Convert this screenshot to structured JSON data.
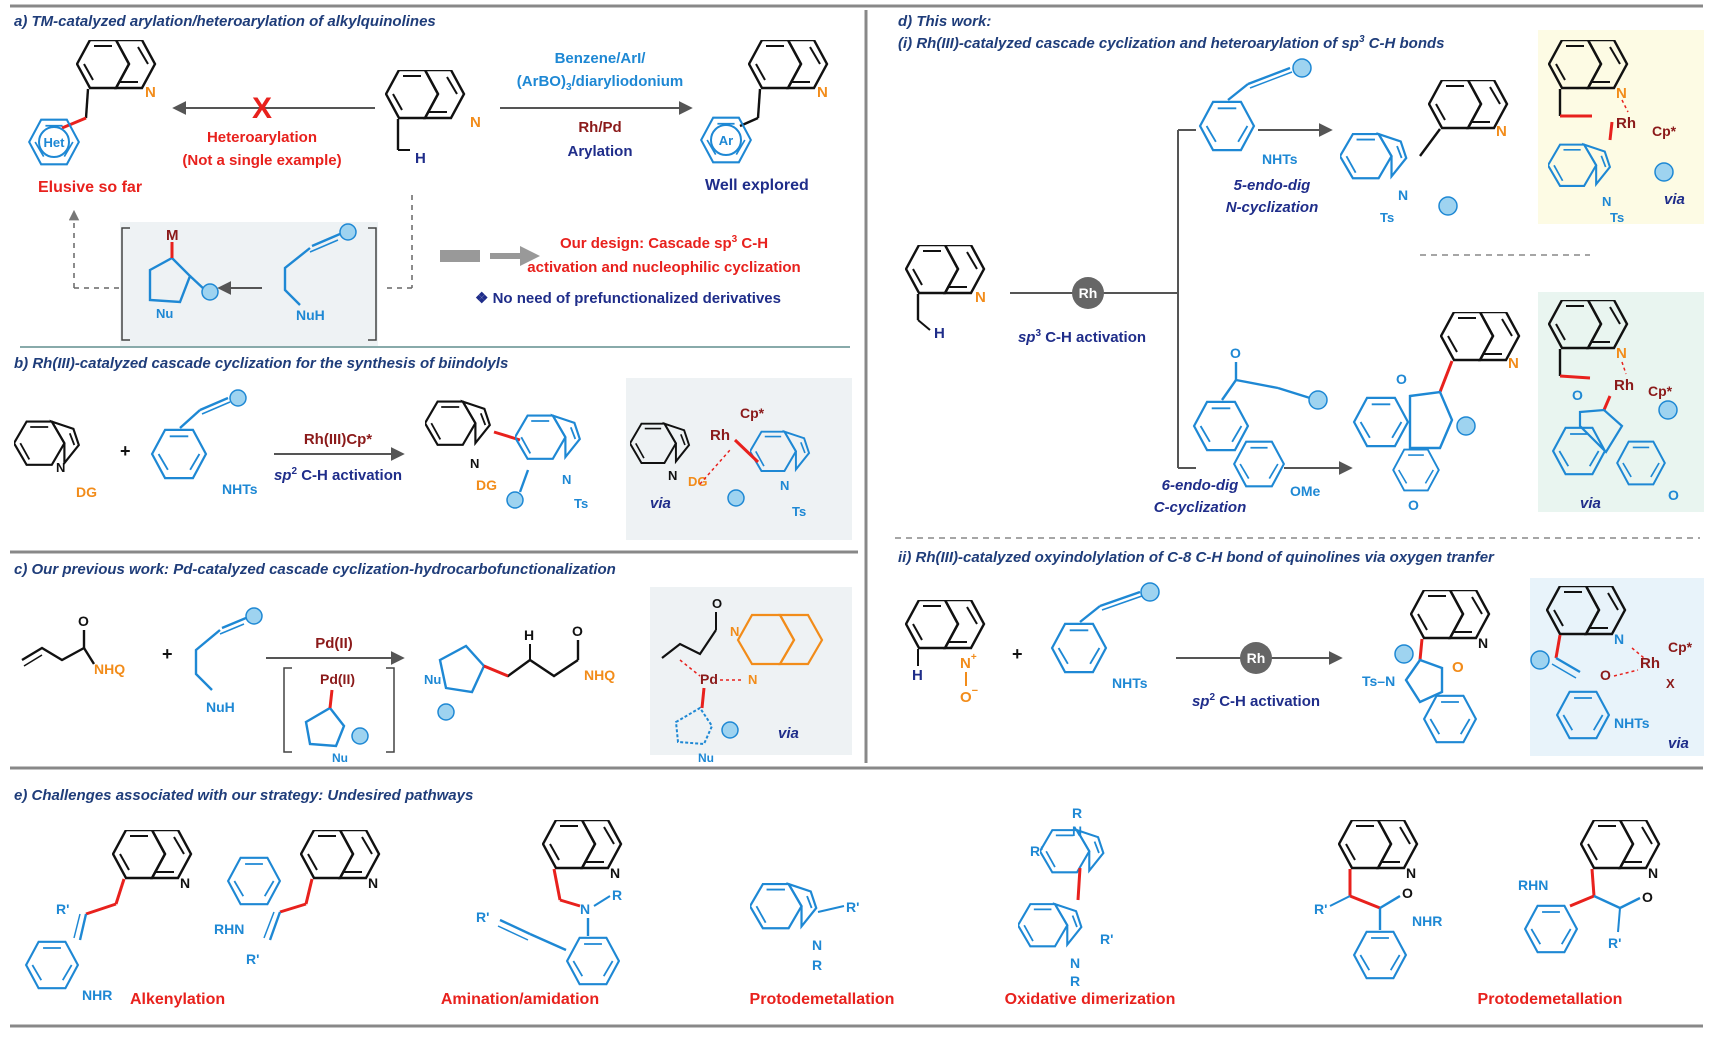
{
  "panels": {
    "a": {
      "title": "a) TM-catalyzed arylation/heteroarylation of alkylquinolines",
      "reagents_line1": "Benzene/ArI/",
      "reagents_line2": "(ArBO)",
      "reagents_line2_sub": "3",
      "reagents_line2_rest": "/diaryliodonium",
      "catalyst": "Rh/Pd",
      "arylation": "Arylation",
      "well_explored": "Well explored",
      "heteroarylation": "Heteroarylation",
      "not_single": "(Not a single example)",
      "elusive": "Elusive so far",
      "cross": "X",
      "het": "Het",
      "ar": "Ar",
      "h_label": "H",
      "n_label": "N",
      "design_line1_a": "Our design: Cascade sp",
      "design_line1_sup": "3",
      "design_line1_b": " C-H",
      "design_line2": "activation and nucleophilic cyclization",
      "no_need": "❖ No need of prefunctionalized derivatives",
      "m_label": "M",
      "nu_label": "Nu",
      "nuh_label": "NuH"
    },
    "b": {
      "title": "b) Rh(III)-catalyzed cascade cyclization for the synthesis of biindolyls",
      "plus": "+",
      "catalyst": "Rh(III)Cp*",
      "activation_a": "sp",
      "activation_sup": "2",
      "activation_b": " C-H activation",
      "nhts": "NHTs",
      "dg": "DG",
      "n": "N",
      "ts": "Ts",
      "rh": "Rh",
      "cp": "Cp*",
      "via": "via"
    },
    "c": {
      "title": "c) Our previous work: Pd-catalyzed cascade cyclization-hydrocarbofunctionalization",
      "nhq": "NHQ",
      "o": "O",
      "plus": "+",
      "nuh": "NuH",
      "catalyst": "Pd(II)",
      "pd_inner": "Pd(II)",
      "nu": "Nu",
      "h": "H",
      "n": "N",
      "pd": "Pd",
      "via": "via"
    },
    "d": {
      "title": "d) This work:",
      "sub_i": "(i) Rh(III)-catalyzed cascade cyclization and heteroarylation of sp",
      "sub_i_sup": "3",
      "sub_i_end": " C-H bonds",
      "rh": "Rh",
      "sp3_a": "sp",
      "sp3_sup": "3",
      "sp3_b": " C-H activation",
      "nhts": "NHTs",
      "endo5_a": "5-endo-dig",
      "endo5_b": "N-cyclization",
      "endo6_a": "6-endo-dig",
      "endo6_b": "C-cyclization",
      "ome": "OMe",
      "ts": "Ts",
      "n": "N",
      "o": "O",
      "h": "H",
      "cp": "Cp*",
      "via": "via",
      "sub_ii": "ii) Rh(III)-catalyzed oxyindolylation of C-8 C-H bond of quinolines via oxygen tranfer",
      "sp2_a": "sp",
      "sp2_sup": "2",
      "sp2_b": " C-H activation",
      "plus": "+",
      "nplus": "N",
      "plus_sign": "+",
      "ominus": "O",
      "minus": "−",
      "x": "X",
      "ts_n": "Ts–N"
    },
    "e": {
      "title": "e) Challenges associated with our strategy: Undesired pathways",
      "alkenylation": "Alkenylation",
      "amination": "Amination/amidation",
      "protodemetallation1": "Protodemetallation",
      "oxidative": "Oxidative dimerization",
      "protodemetallation2": "Protodemetallation",
      "r": "R",
      "rp": "R'",
      "nhr": "NHR",
      "rhn": "RHN",
      "n": "N",
      "o": "O"
    }
  },
  "colors": {
    "navy": "#1f3d7a",
    "red": "#e8211d",
    "blue": "#1e88d4",
    "orange": "#f28c1a",
    "gray_box": "#eef2f4",
    "yellow_box": "#fdfbe4",
    "green_box": "#e9f5f0",
    "bluebox": "#e8f3fa"
  }
}
